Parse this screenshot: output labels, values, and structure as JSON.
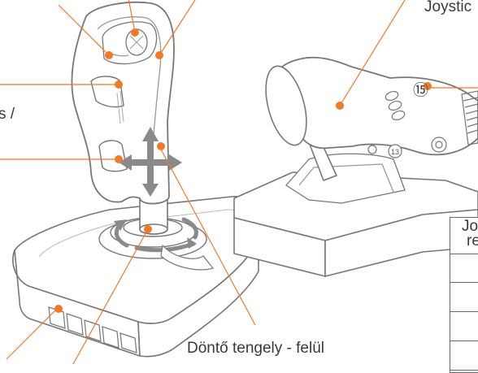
{
  "labels": {
    "joystick_top_right": "Joystic",
    "bottom_caption": "Döntő tengely - felül",
    "left_fragment_s": "s /",
    "num_15": "⑮",
    "table_header_line1": "Jo",
    "table_header_line2": "re",
    "throttle_badge": "13"
  },
  "colors": {
    "accent": "#f07a2a",
    "stroke": "#777777",
    "text": "#3a3a3a",
    "arrow_gray": "#8a8a8a"
  },
  "icons": [
    "move-arrows-icon",
    "rotate-arrows-icon"
  ]
}
